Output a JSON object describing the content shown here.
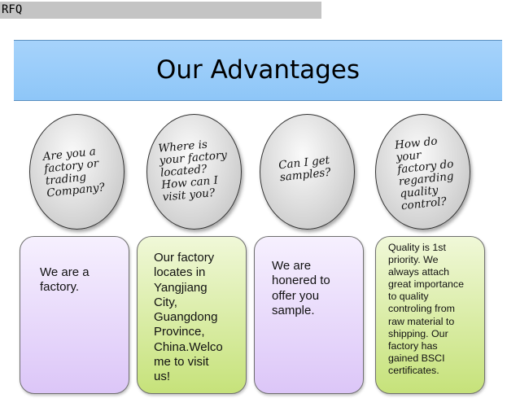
{
  "header": {
    "rfq_label": "RFQ"
  },
  "banner": {
    "title": "Our Advantages"
  },
  "questions": [
    {
      "text": "Are you a\nfactory or\ntrading\nCompany?"
    },
    {
      "text": "Where is\nyour factory\nlocated?\nHow can I\nvisit you?"
    },
    {
      "text": "Can I get\nsamples?"
    },
    {
      "text": "How do\nyour\nfactory do\nregarding\nquality\ncontrol?"
    }
  ],
  "answers": [
    {
      "text": "We are a\nfactory."
    },
    {
      "text": "Our factory\nlocates in\nYangjiang\nCity,\nGuangdong\nProvince,\nChina.Welco\nme to visit\nus!"
    },
    {
      "text": "We are\nhonered to\noffer you\nsample."
    },
    {
      "text": "Quality is 1st\npriority. We\nalways attach\ngreat importance\nto quality\ncontroling from\nraw material to\nshipping. Our\nfactory has\ngained BSCI\ncertificates."
    }
  ]
}
